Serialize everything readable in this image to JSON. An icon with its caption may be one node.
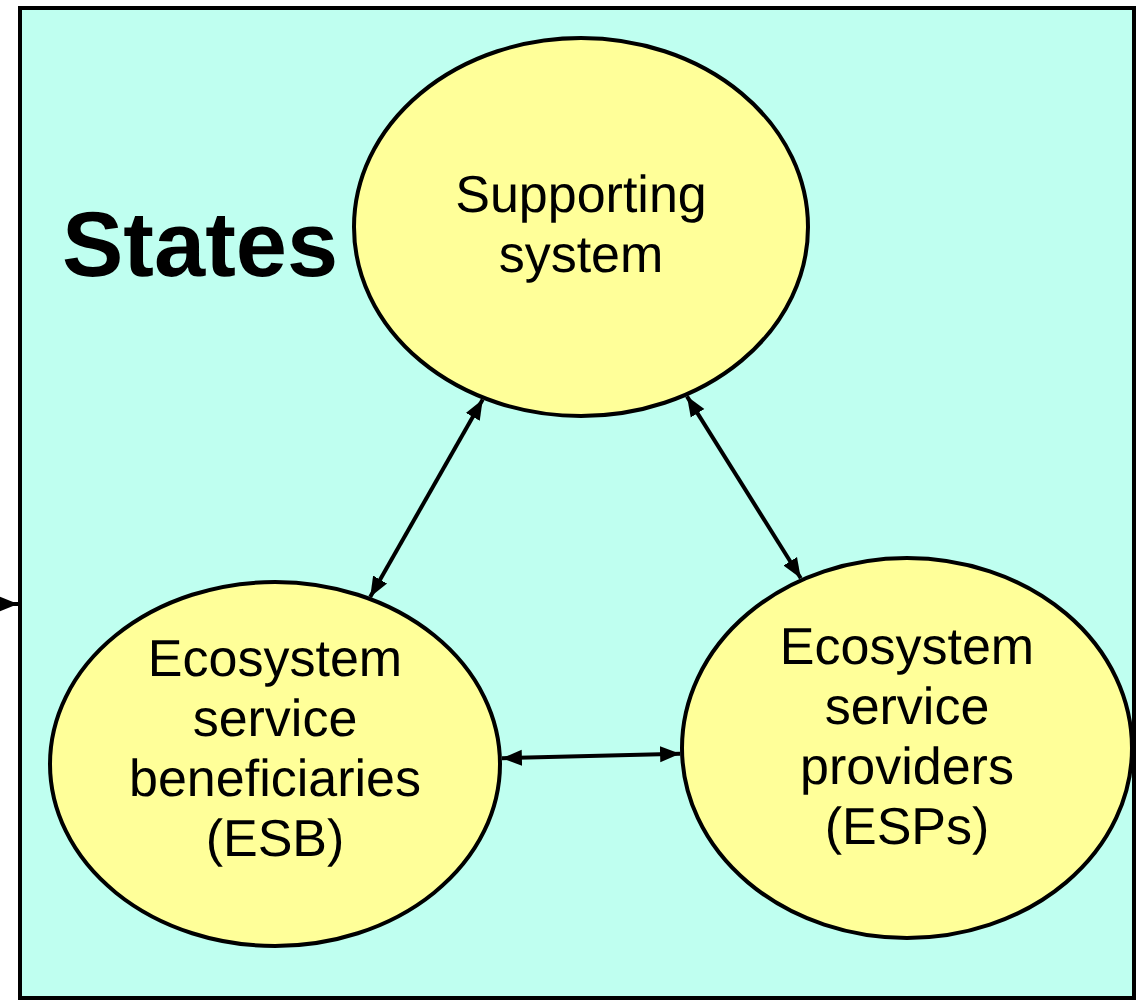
{
  "diagram": {
    "nodes": [
      {
        "text": [
          "States"
        ]
      },
      {
        "text": [
          "Supporting system"
        ],
        "in": 0
      },
      {
        "text": [
          "Ecosystem service beneficiaries (ESB)"
        ],
        "in": 0
      },
      {
        "text": [
          "Ecosystem service providers (ESPs)"
        ],
        "in": 0
      }
    ],
    "edges": [
      {
        "from": null,
        "to": 0,
        "arrow": "to"
      },
      {
        "from": 1,
        "to": 2,
        "arrow": "both"
      },
      {
        "from": 1,
        "to": 3,
        "arrow": "both"
      },
      {
        "from": 2,
        "to": 3,
        "arrow": "both"
      }
    ]
  }
}
